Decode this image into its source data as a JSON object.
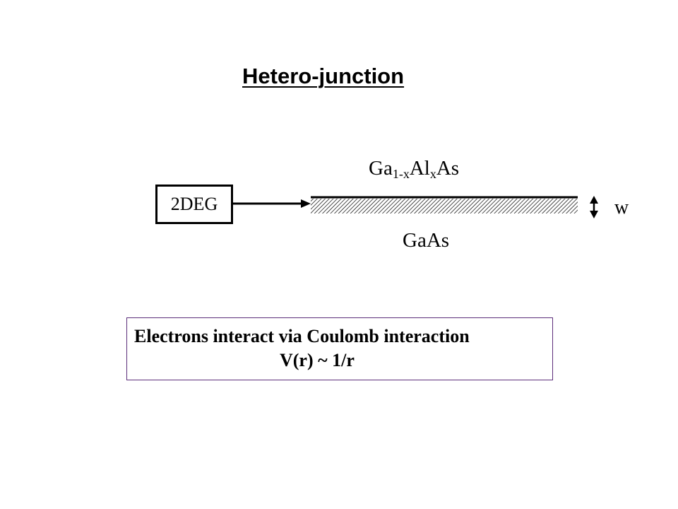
{
  "title": "Hetero-junction",
  "layers": {
    "top_base": "Ga",
    "top_sub1": "1-x",
    "top_mid": "Al",
    "top_sub2": "x",
    "top_end": "As",
    "bottom": "GaAs"
  },
  "electron_gas": {
    "label": "2DEG"
  },
  "width_marker": {
    "label": "w"
  },
  "note": {
    "line1": "Electrons interact via Coulomb interaction",
    "line2": "V(r) ~ 1/r"
  },
  "colors": {
    "text": "#000000",
    "note_border": "#5b2d7a",
    "background": "#ffffff"
  }
}
